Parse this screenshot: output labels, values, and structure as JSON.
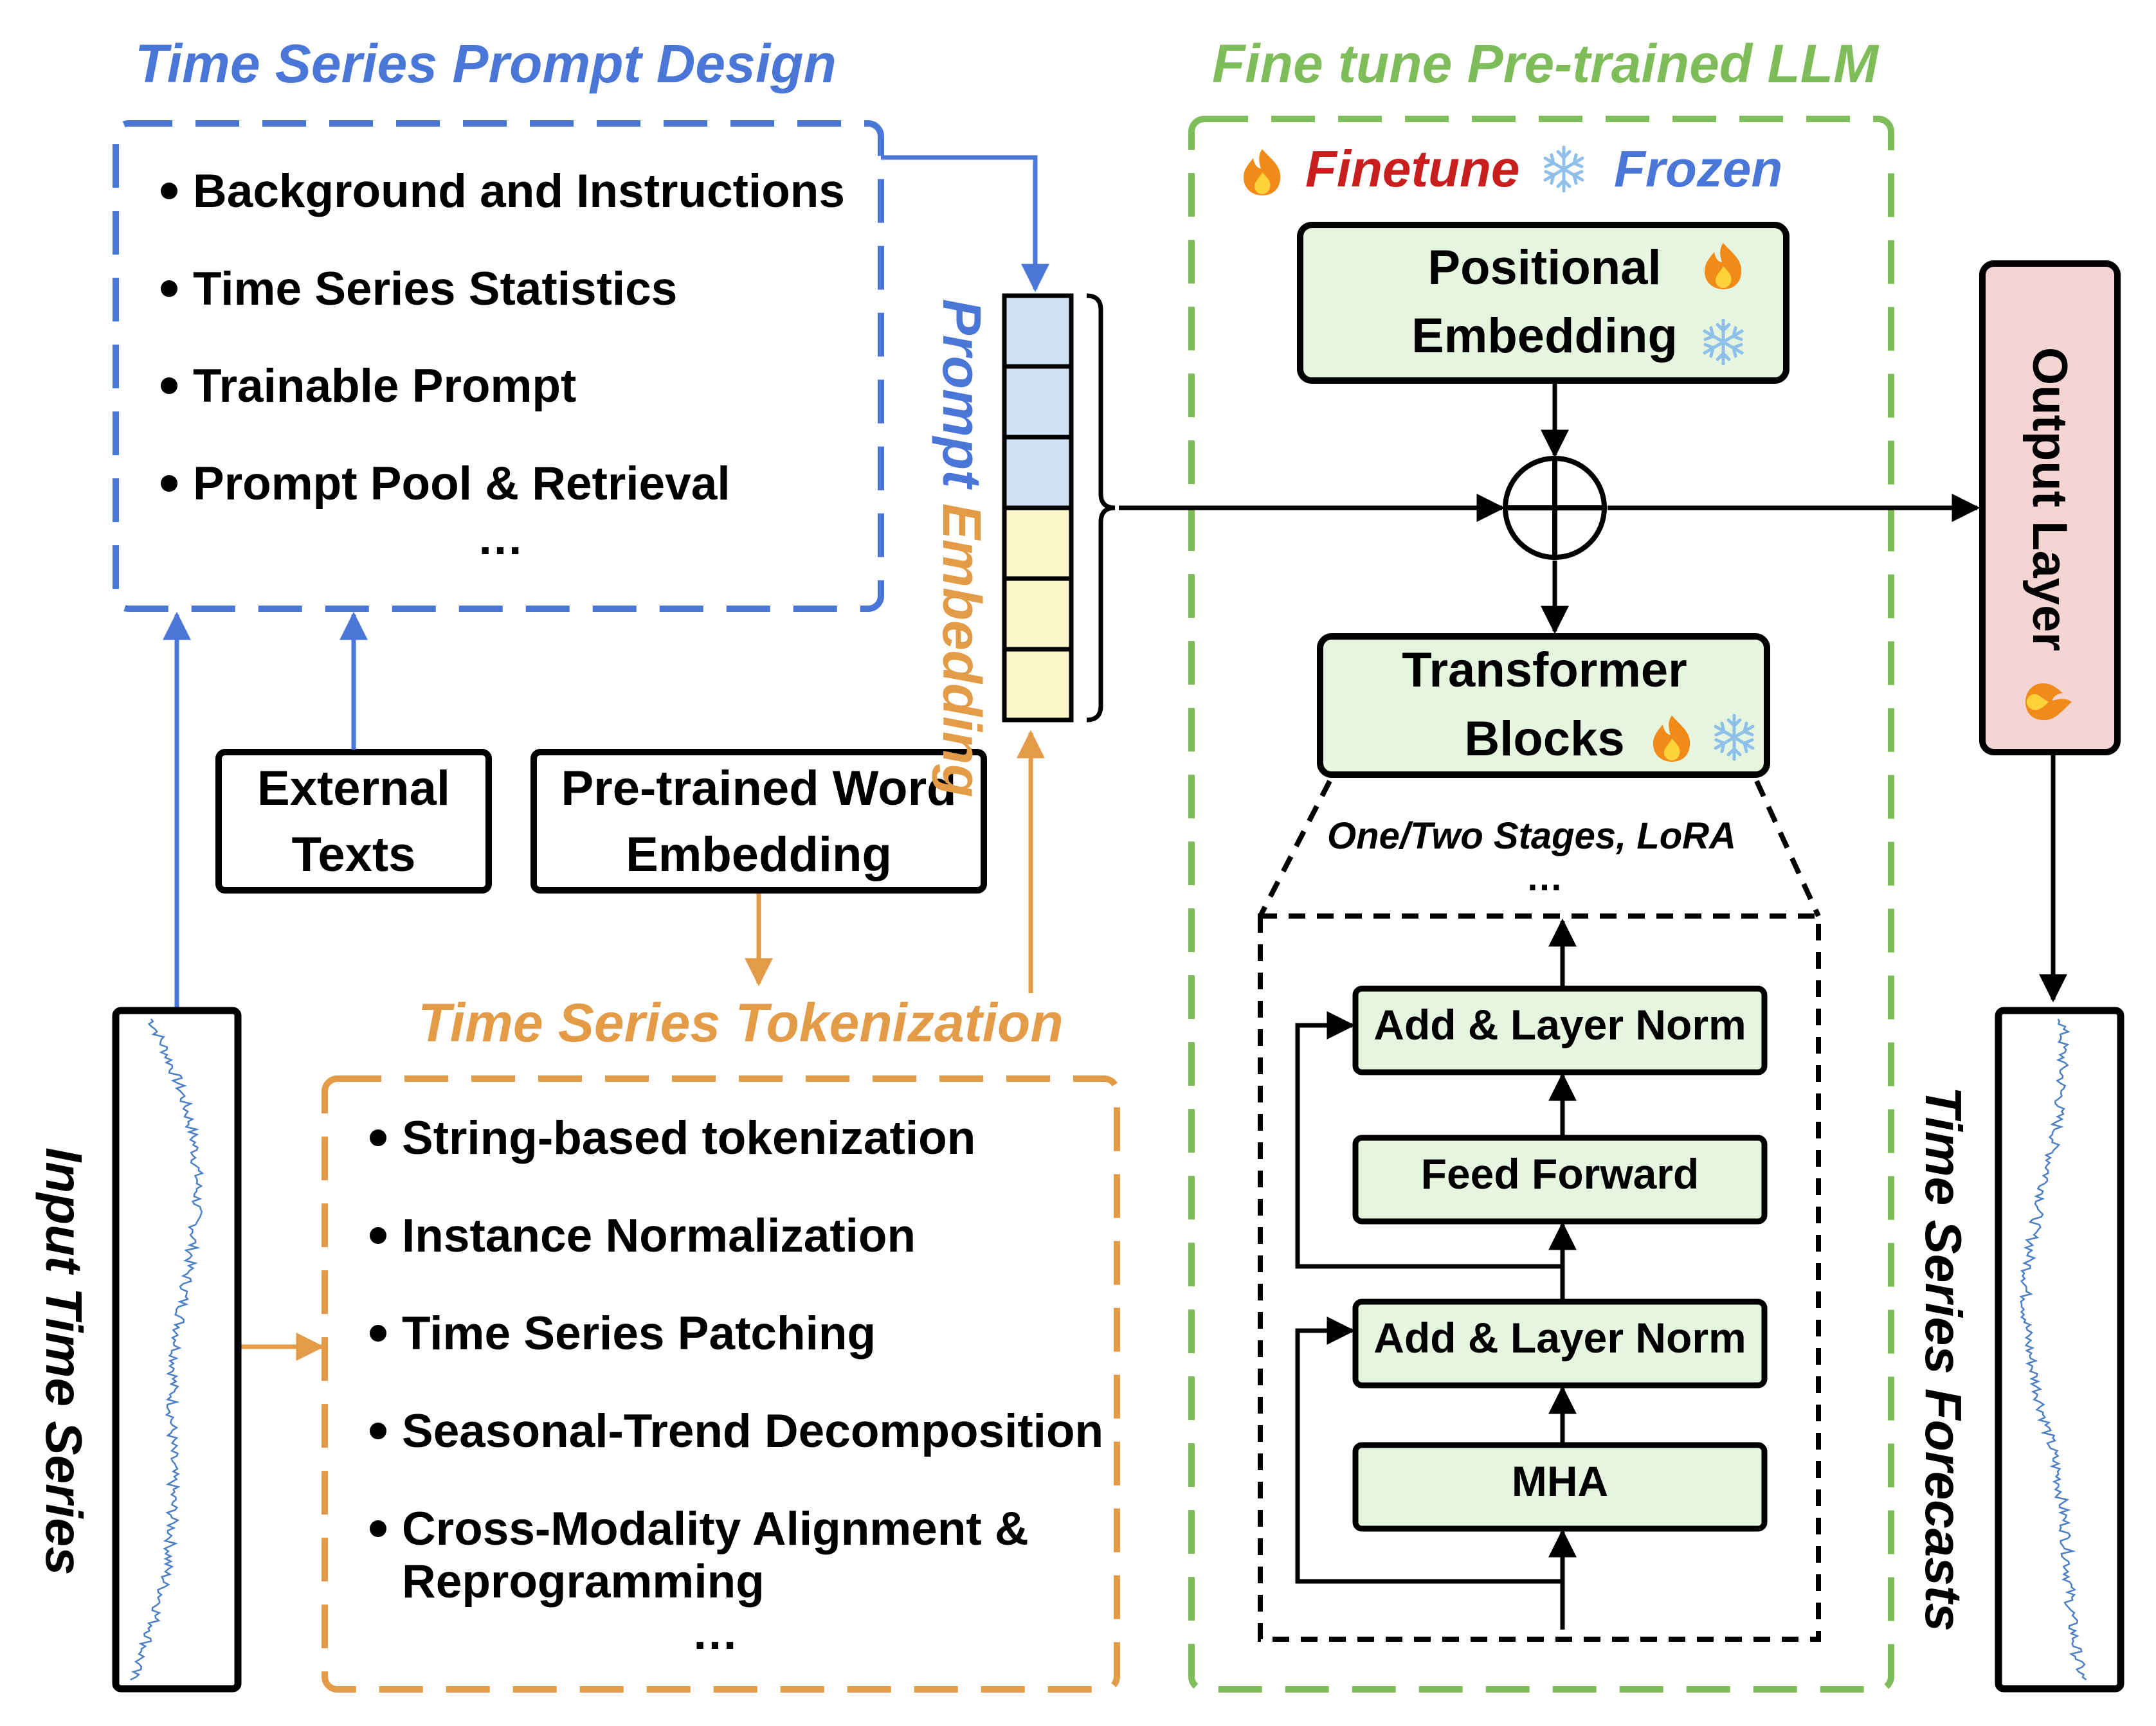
{
  "colors": {
    "blue": "#4a76d8",
    "orange": "#e39b47",
    "green": "#7fbd5a",
    "red": "#c81e1e",
    "light_green": "#e6f5e0",
    "light_pink": "#f5d4d4",
    "light_blue": "#cfe2f3",
    "light_yellow": "#fbf7c8"
  },
  "prompt_design": {
    "title": "Time Series Prompt Design",
    "items": [
      "Background and Instructions",
      "Time Series Statistics",
      "Trainable Prompt",
      "Prompt Pool & Retrieval"
    ],
    "ellipsis": "…"
  },
  "external_texts": {
    "line1": "External",
    "line2": "Texts"
  },
  "word_embedding": {
    "line1": "Pre-trained Word",
    "line2": "Embedding"
  },
  "prompt_embedding_label": {
    "word1": "Prompt",
    "word2": "Embedding"
  },
  "tokenization": {
    "title": "Time Series Tokenization",
    "items": [
      "String-based tokenization",
      "Instance Normalization",
      "Time Series Patching",
      "Seasonal-Trend Decomposition"
    ],
    "last_item": {
      "line1": "Cross-Modality Alignment &",
      "line2": "Reprogramming"
    },
    "ellipsis": "…"
  },
  "input_label": "Input Time Series",
  "forecast_label": "Time Series Forecasts",
  "llm": {
    "title": "Fine tune Pre-trained LLM",
    "legend": {
      "finetune": "Finetune",
      "frozen": "Frozen",
      "finetune_icon": "fire-icon",
      "frozen_icon": "snowflake-icon"
    },
    "positional": {
      "line1": "Positional",
      "line2": "Embedding"
    },
    "transformer": {
      "line1": "Transformer",
      "line2": "Blocks"
    },
    "stages": "One/Two Stages, LoRA",
    "ellipsis": "…",
    "blocks": [
      "Add & Layer Norm",
      "Feed Forward",
      "Add & Layer Norm",
      "MHA"
    ]
  },
  "output_layer": "Output Layer"
}
